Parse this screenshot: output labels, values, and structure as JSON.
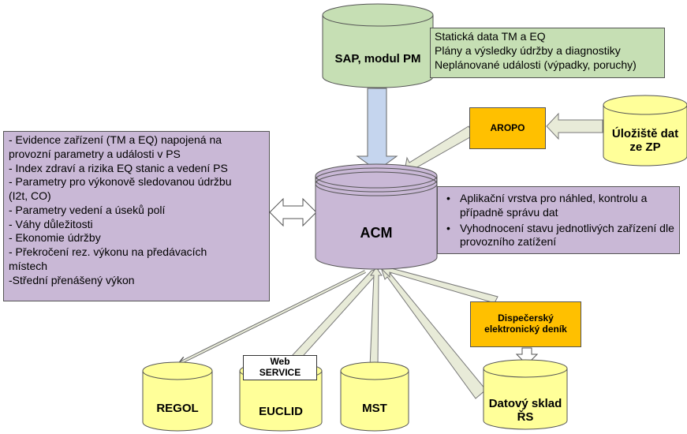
{
  "nodes": {
    "sap": "SAP, modul PM",
    "storage_zp": "Úložiště dat\nze ZP",
    "aropo": "AROPO",
    "acm": "ACM",
    "regol": "REGOL",
    "euclid": "EUCLID",
    "web_service": "Web\nSERVICE",
    "mst": "MST",
    "datovy_sklad": "Datový sklad\nŘS",
    "dispecersky": "Dispečerský\nelektronický deník"
  },
  "sap_notes": [
    "Statická data TM a EQ",
    "Plány a výsledky údržby a diagnostiky",
    "Neplánované události (výpadky, poruchy)"
  ],
  "left_notes": [
    "- Evidence zařízení (TM a EQ) napojená na",
    "provozní parametry a události v PS",
    "- Index zdraví a rizika EQ stanic a vedení PS",
    "- Parametry pro výkonově sledovanou údržbu",
    "(I2t, CO)",
    "- Parametry vedení a úseků polí",
    "- Váhy důležitosti",
    "- Ekonomie údržby",
    "- Překročení rez. výkonu na předávacích",
    "místech",
    "-Střední přenášený výkon"
  ],
  "acm_notes": [
    "Aplikační vrstva pro náhled, kontrolu a případně správu dat",
    "Vyhodnocení stavu jednotlivých zařízení dle provozního zatížení"
  ],
  "colors": {
    "green": "#c6dfb4",
    "purple": "#c9b8d6",
    "yellow": "#ffff99",
    "orange": "#ffc000",
    "blue_arrow": "#c5d5ee"
  }
}
